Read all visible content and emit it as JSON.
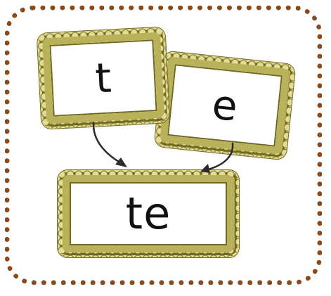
{
  "colors": {
    "border": "#8b4a1b",
    "frame": "#b9b25a",
    "frame_dark": "#6f6a22",
    "frame_light": "#e3dc94",
    "ribbon_dark": "#5f5a1d",
    "ribbon_light": "#b6ae55"
  },
  "cards": {
    "t": "t",
    "e": "e",
    "te": "te"
  }
}
